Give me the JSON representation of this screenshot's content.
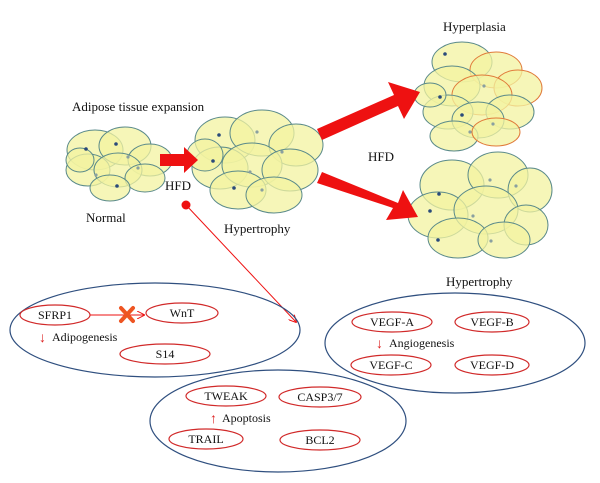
{
  "labels": {
    "expansion": "Adipose tissue expansion",
    "normal": "Normal",
    "hfd_left": "HFD",
    "hfd_right": "HFD",
    "hypertrophy_mid": "Hypertrophy",
    "hyperplasia": "Hyperplasia",
    "hypertrophy_right": "Hypertrophy"
  },
  "adipogenesis": {
    "sfrp1": "SFRP1",
    "wnt": "WnT",
    "arrow": "↓",
    "label": "Adipogenesis",
    "s14": "S14"
  },
  "angiogenesis": {
    "vegfa": "VEGF-A",
    "vegfb": "VEGF-B",
    "arrow": "↓",
    "label": "Angiogenesis",
    "vegfc": "VEGF-C",
    "vegfd": "VEGF-D"
  },
  "apoptosis": {
    "tweak": "TWEAK",
    "casp": "CASP3/7",
    "arrow": "↑",
    "label": "Apoptosis",
    "trail": "TRAIL",
    "bcl2": "BCL2"
  },
  "colors": {
    "cell_fill": "#f3f3a0",
    "cell_stroke": "#5a8a8a",
    "hyper_cell_stroke": "#e07a3a",
    "arrow_red": "#ee1111",
    "pill_stroke": "#d12a2a",
    "group_stroke": "#2f4f7f",
    "nucleus": "#2a4a7a"
  }
}
